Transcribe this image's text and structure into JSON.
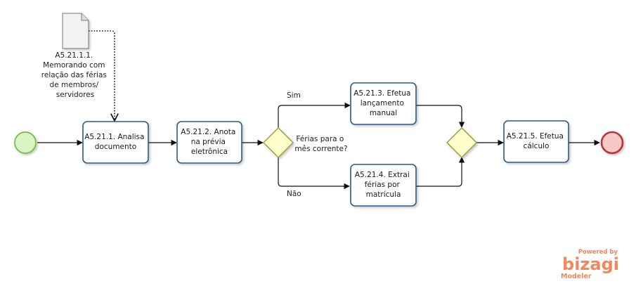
{
  "diagram": {
    "document": {
      "lines": [
        "A5.21.1.1.",
        "Memorando com",
        "relação das férias",
        "de membros/",
        "servidores"
      ]
    },
    "tasks": {
      "t1": {
        "lines": [
          "A5.21.1. Analisa",
          "documento"
        ]
      },
      "t2": {
        "lines": [
          "A5.21.2. Anota",
          "na prévia",
          "eletrônica"
        ]
      },
      "t3": {
        "lines": [
          "A5.21.3. Efetua",
          "lançamento",
          "manual"
        ]
      },
      "t4": {
        "lines": [
          "A5.21.4. Extrai",
          "férias por",
          "matrícula"
        ]
      },
      "t5": {
        "lines": [
          "A5.21.5. Efetua",
          "cálculo"
        ]
      }
    },
    "gateway_question": {
      "lines": [
        "Férias para o",
        "mês corrente?"
      ]
    },
    "flow_labels": {
      "yes": "Sim",
      "no": "Não"
    }
  },
  "branding": {
    "powered_by": "Powered by",
    "name": "bizagi",
    "product": "Modeler"
  },
  "colors": {
    "task_stroke": "#2a5c8a",
    "task_fill": "#ffffff",
    "gateway_fill": "#ffffcc",
    "gateway_stroke": "#9a9a3a",
    "start_fill": "#d9f5c4",
    "start_stroke": "#6fbf4a",
    "end_fill": "#f6c8c8",
    "end_stroke": "#b8343a",
    "brand": "#f0885e"
  }
}
